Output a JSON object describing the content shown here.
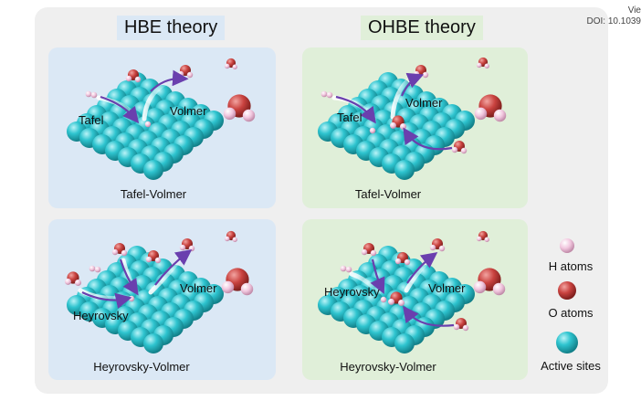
{
  "doi": {
    "line1": "Vie",
    "line2": "DOI: 10.1039"
  },
  "titles": {
    "hbe": "HBE theory",
    "ohbe": "OHBE theory"
  },
  "panels": {
    "tl": {
      "caption": "Tafel-Volmer",
      "label_a": "Tafel",
      "label_b": "Volmer"
    },
    "tr": {
      "caption": "Tafel-Volmer",
      "label_a": "Tafel",
      "label_b": "Volmer"
    },
    "bl": {
      "caption": "Heyrovsky-Volmer",
      "label_a": "Heyrovsky",
      "label_b": "Volmer"
    },
    "br": {
      "caption": "Heyrovsky-Volmer",
      "label_a": "Heyrovsky",
      "label_b": "Volmer"
    }
  },
  "legend": {
    "h": "H atoms",
    "o": "O atoms",
    "site": "Active sites"
  },
  "colors": {
    "site": "#2ec4cf",
    "oxygen": "#c9423f",
    "hydrogen": "#f1c6de",
    "arrow": "#6a3fae",
    "blue_panel": "#dbe8f5",
    "green_panel": "#e0efd9"
  }
}
